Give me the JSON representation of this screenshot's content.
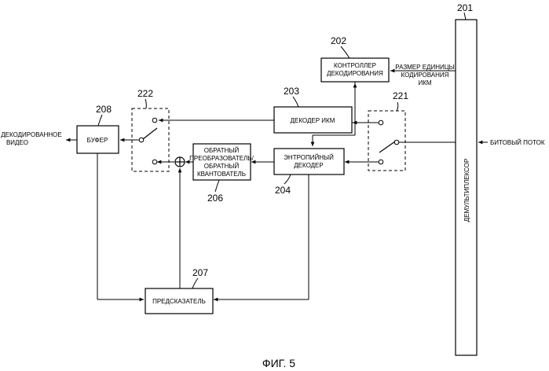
{
  "figure_caption": "ФИГ. 5",
  "blocks": {
    "demux": {
      "label": "ДЕМУЛЬТИПЛЕКСОР",
      "ref": "201"
    },
    "controller": {
      "line1": "КОНТРОЛЛЕР",
      "line2": "ДЕКОДИРОВАНИЯ",
      "ref": "202"
    },
    "ipcm_decoder": {
      "label": "ДЕКОДЕР ИКМ",
      "ref": "203"
    },
    "entropy_decoder": {
      "line1": "ЭНТРОПИЙНЫЙ",
      "line2": "ДЕКОДЕР",
      "ref": "204"
    },
    "inverse_transform": {
      "line1": "ОБРАТНЫЙ",
      "line2": "ПРЕОБРАЗОВАТЕЛЬ/",
      "line3": "ОБРАТНЫЙ",
      "line4": "КВАНТОВАТЕЛЬ",
      "ref": "206"
    },
    "predictor": {
      "label": "ПРЕДСКАЗАТЕЛЬ",
      "ref": "207"
    },
    "buffer": {
      "label": "БУФЕР",
      "ref": "208"
    },
    "switch_in": {
      "ref": "221"
    },
    "switch_out": {
      "ref": "222"
    }
  },
  "signals": {
    "ipcm_unit_size": {
      "line1": "РАЗМЕР ЕДИНИЦЫ",
      "line2": "КОДИРОВАНИЯ",
      "line3": "ИКМ"
    },
    "bitstream": "БИТОВЫЙ ПОТОК",
    "decoded_video": {
      "line1": "ДЕКОДИРОВАННОЕ",
      "line2": "ВИДЕО"
    }
  },
  "adder_symbol": "⊕"
}
